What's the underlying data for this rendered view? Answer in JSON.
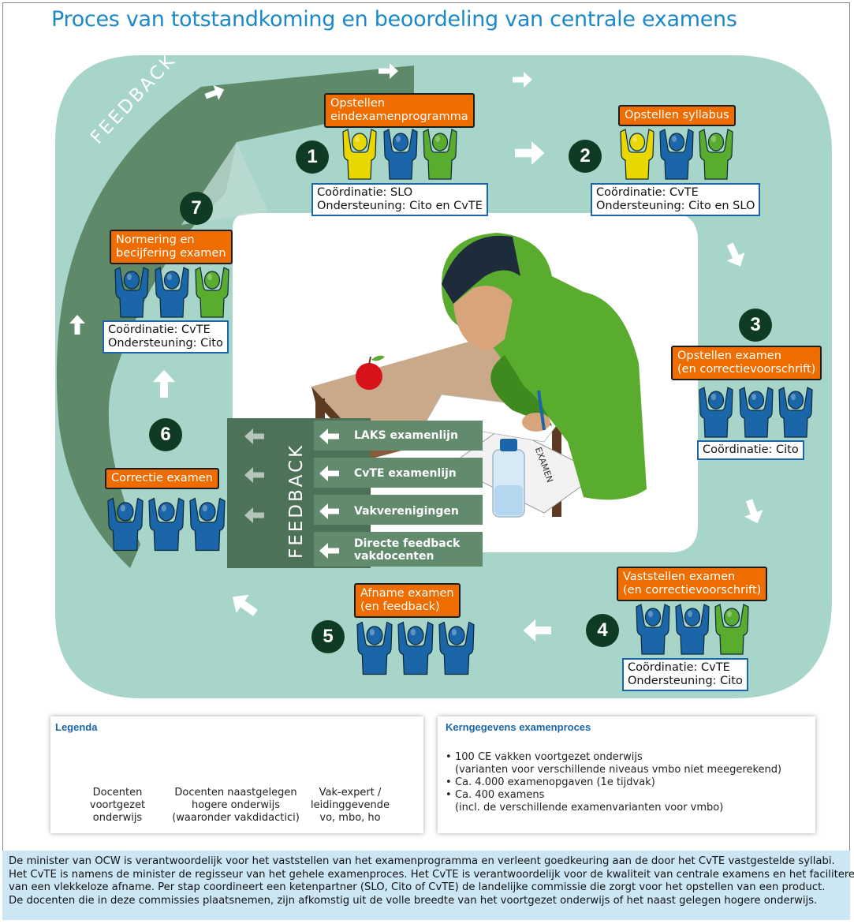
{
  "title": "Proces van totstandkoming en beoordeling van centrale examens",
  "colors": {
    "ring": "#a8d5c9",
    "feedback_band": "#5f8a6a",
    "orange": "#ef6c00",
    "blue": "#1b66a8",
    "yellow": "#e8d800",
    "green": "#5aac2e",
    "step_circle": "#0f3b24"
  },
  "feedback_word": "FEEDBACK",
  "steps": [
    {
      "number": "1",
      "label": [
        "Opstellen",
        "eindexamenprogramma"
      ],
      "info": [
        "Coördinatie: SLO",
        "Ondersteuning: Cito en CvTE"
      ]
    },
    {
      "number": "2",
      "label": [
        "Opstellen syllabus"
      ],
      "info": [
        "Coördinatie: CvTE",
        "Ondersteuning: Cito en SLO"
      ]
    },
    {
      "number": "3",
      "label": [
        "Opstellen examen",
        "(en correctievoorschrift)"
      ],
      "info": [
        "Coördinatie: Cito"
      ]
    },
    {
      "number": "4",
      "label": [
        "Vaststellen examen",
        "(en correctievoorschrift)"
      ],
      "info": [
        "Coördinatie: CvTE",
        "Ondersteuning: Cito"
      ]
    },
    {
      "number": "5",
      "label": [
        "Afname examen",
        "(en feedback)"
      ]
    },
    {
      "number": "6",
      "label": [
        "Correctie examen"
      ]
    },
    {
      "number": "7",
      "label": [
        "Normering en",
        "becijfering examen"
      ],
      "info": [
        "Coördinatie: CvTE",
        "Ondersteuning: Cito"
      ]
    }
  ],
  "feedback_items": [
    "LAKS examenlijn",
    "CvTE examenlijn",
    "Vakverenigingen",
    "Directe feedback",
    "vakdocenten"
  ],
  "exam_sheet_text": "EXAMEN",
  "legend": {
    "title": "Legenda",
    "items": [
      {
        "icon": "teacher-blue",
        "lines": [
          "Docenten",
          "voortgezet",
          "onderwijs"
        ]
      },
      {
        "icon": "teacher-yellow",
        "lines": [
          "Docenten naastgelegen",
          "hogere onderwijs",
          "(waaronder vakdidactici)"
        ]
      },
      {
        "icon": "expert-green",
        "lines": [
          "Vak-expert /",
          "leidinggevende",
          "vo, mbo, ho"
        ]
      }
    ]
  },
  "kern": {
    "title": "Kerngegevens examenproces",
    "items": [
      [
        "100 CE vakken voortgezet onderwijs",
        "(varianten voor verschillende niveaus vmbo niet meegerekend)"
      ],
      [
        "Ca. 4.000 examenopgaven (1e tijdvak)"
      ],
      [
        "Ca. 400 examens",
        "(incl. de verschillende examenvarianten voor vmbo)"
      ]
    ]
  },
  "footer": [
    "De minister van OCW is verantwoordelijk voor het vaststellen van het examenprogramma en verleent goedkeuring aan de door het CvTE vastgestelde syllabi.",
    "Het CvTE is namens de minister de regisseur van het gehele examenproces. Het CvTE is verantwoordelijk voor de kwaliteit van centrale examens en het faciliteren",
    "van een vlekkeloze afname. Per stap coordineert een ketenpartner (SLO, Cito of CvTE) de landelijke commissie die zorgt voor het opstellen van een product.",
    "De docenten die in deze commissies plaatsnemen, zijn afkomstig uit de volle breedte van het voortgezet onderwijs of het naast gelegen hogere onderwijs."
  ]
}
